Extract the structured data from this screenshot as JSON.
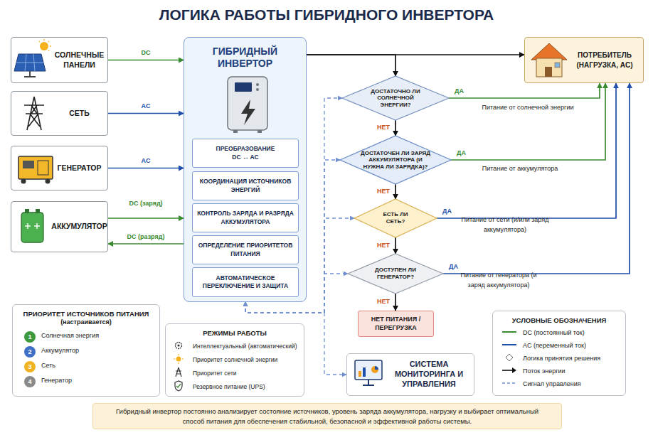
{
  "diagram": {
    "title": "ЛОГИКА РАБОТЫ ГИБРИДНОГО ИНВЕРТОРА",
    "caption": "Гибридный инвертор постоянно анализирует состояние источников, уровень заряда аккумулятора, нагрузку и выбирает оптимальный способ питания для обеспечения стабильной, безопасной и эффективной работы системы.",
    "nodes": [
      {
        "text": [
          "СОЛНЕЧНЫЕ ПАНЕЛИ"
        ]
      },
      {
        "text": [
          "СЕТЬ"
        ]
      },
      {
        "text": [
          "ГЕНЕРАТОР"
        ]
      },
      {
        "text": [
          "АККУМУЛЯТОР"
        ]
      },
      {
        "text": [
          "ГИБРИДНЫЙ ИНВЕРТОР"
        ]
      },
      {
        "text": [
          "ПРЕОБРАЗОВАНИЕ DC ↔ AC"
        ],
        "in": 4
      },
      {
        "text": [
          "КООРДИНАЦИЯ ИСТОЧНИКОВ ЭНЕРГИЙ"
        ],
        "in": 4
      },
      {
        "text": [
          "КОНТРОЛЬ ЗАРЯДА И РАЗРЯДА АККУМУЛЯТОРА"
        ],
        "in": 4
      },
      {
        "text": [
          "ОПРЕДЕЛЕНИЕ ПРИОРИТЕТОВ ПИТАНИЯ"
        ],
        "in": 4
      },
      {
        "text": [
          "АВТОМАТИЧЕСКОЕ ПЕРЕКЛЮЧЕНИЕ И ЗАЩИТА"
        ],
        "in": 4
      },
      {
        "text": [
          "ПОТРЕБИТЕЛЬ (НАГРУЗКА, AC)"
        ]
      },
      {
        "text": [
          "ДОСТАТОЧНО ЛИ СОЛНЕЧНОЙ ЭНЕРГИИ?"
        ]
      },
      {
        "text": [
          "ДОСТАТОЧЕН ЛИ ЗАРЯД АККУМУЛЯТОРА (И НУЖНА ЛИ ЗАРЯДКА)?"
        ]
      },
      {
        "text": [
          "ЕСТЬ ЛИ СЕТЬ?"
        ]
      },
      {
        "text": [
          "ДОСТУПЕН ЛИ ГЕНЕРАТОР?"
        ]
      },
      {
        "text": [
          "НЕТ ПИТАНИЯ / ПЕРЕГРУЗКА"
        ]
      },
      {
        "text": [
          "ПРИОРИТЕТ ИСТОЧНИКОВ ПИТАНИЯ",
          "(настраивается)"
        ]
      },
      {
        "text": [
          "1",
          "Солнечная энергия"
        ],
        "in": 16
      },
      {
        "text": [
          "2",
          "Аккумулятор"
        ],
        "in": 16
      },
      {
        "text": [
          "3",
          "Сеть"
        ],
        "in": 16
      },
      {
        "text": [
          "4",
          "Генератор"
        ],
        "in": 16
      },
      {
        "text": [
          "РЕЖИМЫ РАБОТЫ",
          "Интеллектуальный (автоматический)",
          "Приоритет солнечной энергии",
          "Приоритет сети",
          "Резервное питание (UPS)"
        ]
      },
      {
        "text": [
          "СИСТЕМА МОНИТОРИНГА И УПРАВЛЕНИЯ"
        ]
      },
      {
        "text": [
          "УСЛОВНЫЕ ОБОЗНАЧЕНИЯ"
        ]
      }
    ],
    "edges": [
      {
        "from": 0,
        "to": 4,
        "label": "DC",
        "arrow": "to"
      },
      {
        "from": 1,
        "to": 4,
        "label": "AC",
        "arrow": "to"
      },
      {
        "from": 2,
        "to": 4,
        "label": "AC",
        "arrow": "to"
      },
      {
        "from": 3,
        "to": 4,
        "label": "DC (заряд)",
        "arrow": "to"
      },
      {
        "from": 4,
        "to": 3,
        "label": "DC (разряд)",
        "arrow": "to"
      },
      {
        "from": 4,
        "to": 10,
        "arrow": "to"
      },
      {
        "from": 4,
        "to": 11,
        "arrow": "to"
      },
      {
        "from": 11,
        "to": 12,
        "label": "НЕТ",
        "arrow": "to"
      },
      {
        "from": 12,
        "to": 13,
        "label": "НЕТ",
        "arrow": "to"
      },
      {
        "from": 13,
        "to": 14,
        "label": "НЕТ",
        "arrow": "to"
      },
      {
        "from": 14,
        "to": 15,
        "label": "НЕТ",
        "arrow": "to"
      },
      {
        "from": 11,
        "to": 10,
        "label": "ДА",
        "arrow": "to"
      },
      {
        "from": 12,
        "to": 10,
        "label": "ДА",
        "arrow": "to"
      },
      {
        "from": 13,
        "to": 10,
        "label": "ДА",
        "arrow": "to"
      },
      {
        "from": 14,
        "to": 10,
        "label": "ДА",
        "arrow": "to"
      },
      {
        "from": 4,
        "to": 11,
        "arrow": "both"
      },
      {
        "from": 4,
        "to": 12,
        "arrow": "both"
      },
      {
        "from": 4,
        "to": 13,
        "arrow": "both"
      },
      {
        "from": 4,
        "to": 14,
        "arrow": "both"
      },
      {
        "from": 4,
        "to": 22,
        "arrow": "both"
      }
    ],
    "labels": [
      "Питание от солнечной энергии",
      "Питание от аккумулятора",
      "Питание от сети (и/или заряд аккумулятора)",
      "Питание от генератора (и заряд аккумулятора)"
    ],
    "legend": [
      {
        "text": "DC (постоянный ток)"
      },
      {
        "text": "AC (переменный ток)"
      },
      {
        "text": "Логика принятия решения"
      },
      {
        "text": "Поток энергии"
      },
      {
        "text": "Сигнал управления"
      }
    ]
  }
}
